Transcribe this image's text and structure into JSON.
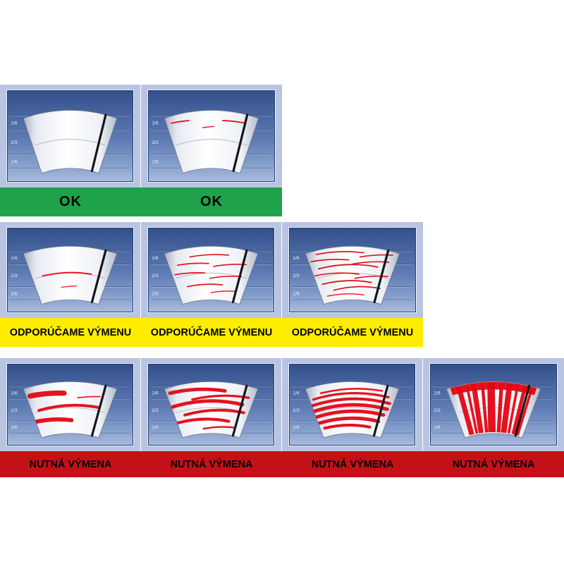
{
  "diagram": {
    "type": "wiper-blade-wear-guide",
    "scale_labels": [
      "1/6",
      "2/3",
      "1/6"
    ]
  },
  "statuses": [
    {
      "id": "ok",
      "label": "OK",
      "bar_color": "#1ea34b",
      "text_color": "#000000"
    },
    {
      "id": "recommend-replacement",
      "label": "ODPORÚČAME VÝMENU",
      "bar_color": "#ffed00",
      "text_color": "#000000"
    },
    {
      "id": "replacement-required",
      "label": "NUTNÁ VÝMENA",
      "bar_color": "#c41117",
      "text_color": "#000000"
    }
  ],
  "colors": {
    "frame": "#b9c4e3",
    "panel_top": "#33508c",
    "panel_bottom": "#a9bcde",
    "streak_red": "#e30613",
    "blade_black": "#14161a",
    "fan_white": "#ffffff"
  },
  "rows": [
    {
      "status_index": 0,
      "cells": [
        {
          "wear": "none",
          "streaks": []
        },
        {
          "wear": "minimal",
          "streaks": [
            [
              36,
              50,
              64,
              46,
              2
            ],
            [
              118,
              46,
              154,
              50,
              2
            ],
            [
              86,
              57,
              104,
              55,
              1.5
            ]
          ]
        }
      ]
    },
    {
      "status_index": 1,
      "cells": [
        {
          "wear": "light",
          "streaks": [
            [
              56,
              80,
              134,
              77,
              2.2
            ],
            [
              86,
              99,
              110,
              97,
              1.4
            ]
          ]
        },
        {
          "wear": "moderate",
          "streaks": [
            [
              66,
              48,
              128,
              45,
              2
            ],
            [
              46,
              62,
              96,
              59,
              2
            ],
            [
              104,
              64,
              156,
              61,
              2
            ],
            [
              42,
              78,
              90,
              75,
              2
            ],
            [
              98,
              84,
              148,
              81,
              2
            ],
            [
              62,
              98,
              118,
              95,
              2
            ],
            [
              100,
              108,
              140,
              106,
              1.6
            ]
          ]
        },
        {
          "wear": "heavy-streaking",
          "streaks": [
            [
              42,
              44,
              118,
              41,
              2
            ],
            [
              112,
              48,
              164,
              45,
              2
            ],
            [
              34,
              56,
              94,
              53,
              2
            ],
            [
              100,
              60,
              158,
              57,
              2
            ],
            [
              46,
              68,
              140,
              65,
              2.2
            ],
            [
              40,
              80,
              110,
              77,
              2
            ],
            [
              104,
              84,
              156,
              81,
              2
            ],
            [
              52,
              94,
              130,
              91,
              2.2
            ],
            [
              70,
              104,
              144,
              101,
              2
            ],
            [
              60,
              114,
              118,
              112,
              1.6
            ]
          ]
        }
      ]
    },
    {
      "status_index": 2,
      "cells": [
        {
          "wear": "smearing",
          "streaks": [
            [
              36,
              55,
              90,
              50,
              9
            ],
            [
              50,
              80,
              146,
              75,
              5
            ],
            [
              40,
              101,
              102,
              97,
              7
            ],
            [
              112,
              58,
              148,
              56,
              2
            ]
          ]
        },
        {
          "wear": "thick-streaks",
          "streaks": [
            [
              34,
              50,
              122,
              46,
              6
            ],
            [
              70,
              61,
              160,
              58,
              4
            ],
            [
              38,
              74,
              150,
              70,
              6
            ],
            [
              58,
              88,
              152,
              84,
              5
            ],
            [
              46,
              102,
              128,
              99,
              5
            ],
            [
              88,
              112,
              138,
              110,
              3
            ]
          ]
        },
        {
          "wear": "dense-streaks",
          "streaks": [
            [
              50,
              50,
              148,
              46,
              3
            ],
            [
              38,
              61,
              158,
              57,
              4
            ],
            [
              36,
              72,
              160,
              68,
              5
            ],
            [
              38,
              82,
              156,
              78,
              6
            ],
            [
              42,
              92,
              150,
              88,
              6
            ],
            [
              48,
              102,
              142,
              99,
              6
            ],
            [
              56,
              111,
              128,
              109,
              5
            ]
          ]
        },
        {
          "wear": "severe-vertical-banding",
          "streaks": [],
          "bands": [
            [
              44,
              8
            ],
            [
              57,
              4
            ],
            [
              68,
              8
            ],
            [
              82,
              5
            ],
            [
              96,
              12
            ],
            [
              113,
              6
            ],
            [
              126,
              9
            ],
            [
              139,
              4
            ],
            [
              151,
              6
            ],
            [
              162,
              4
            ]
          ],
          "top_band": true
        }
      ]
    }
  ]
}
